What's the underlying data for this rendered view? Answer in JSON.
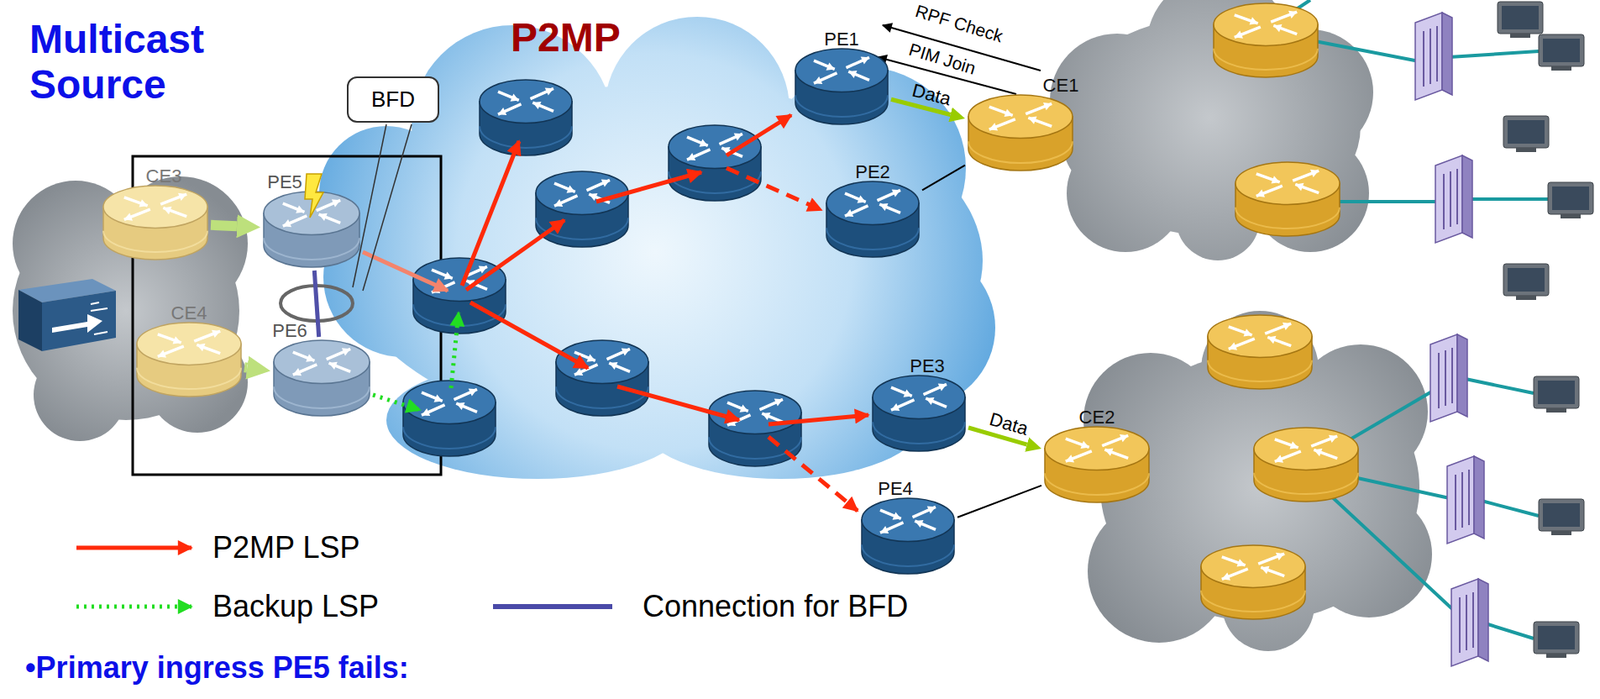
{
  "diagram": {
    "nodes": [
      {
        "text": [
          "BFD"
        ]
      },
      {
        "text": [
          "PE1"
        ]
      },
      {
        "text": [
          "CE1"
        ]
      },
      {
        "text": [
          "PE2"
        ]
      },
      {
        "text": [
          "CE3"
        ]
      },
      {
        "text": [
          "PE5"
        ]
      },
      {
        "text": [
          "PE6"
        ]
      },
      {
        "text": [
          "CE4"
        ]
      },
      {
        "text": [
          "PE3"
        ]
      },
      {
        "text": [
          "CE2"
        ]
      },
      {
        "text": [
          "PE4"
        ]
      }
    ],
    "edges": [
      {
        "from": 4,
        "to": 5,
        "arrow": "to"
      },
      {
        "from": 7,
        "to": 6,
        "arrow": "to"
      },
      {
        "from": 5,
        "to": 6,
        "arrow": "none"
      },
      {
        "from": 1,
        "to": 2,
        "label": "Data",
        "arrow": "to"
      },
      {
        "from": 8,
        "to": 9,
        "label": "Data",
        "arrow": "to"
      },
      {
        "from": 2,
        "to": 3,
        "arrow": "none"
      },
      {
        "from": 9,
        "to": 10,
        "arrow": "none"
      }
    ],
    "labels": [
      "Multicast Source",
      "P2MP",
      "RPF Check",
      "PIM Join",
      "•Primary ingress PE5 fails:"
    ],
    "legend": [
      {
        "text": "P2MP LSP"
      },
      {
        "text": "Backup LSP"
      },
      {
        "text": "Connection for BFD"
      }
    ]
  }
}
